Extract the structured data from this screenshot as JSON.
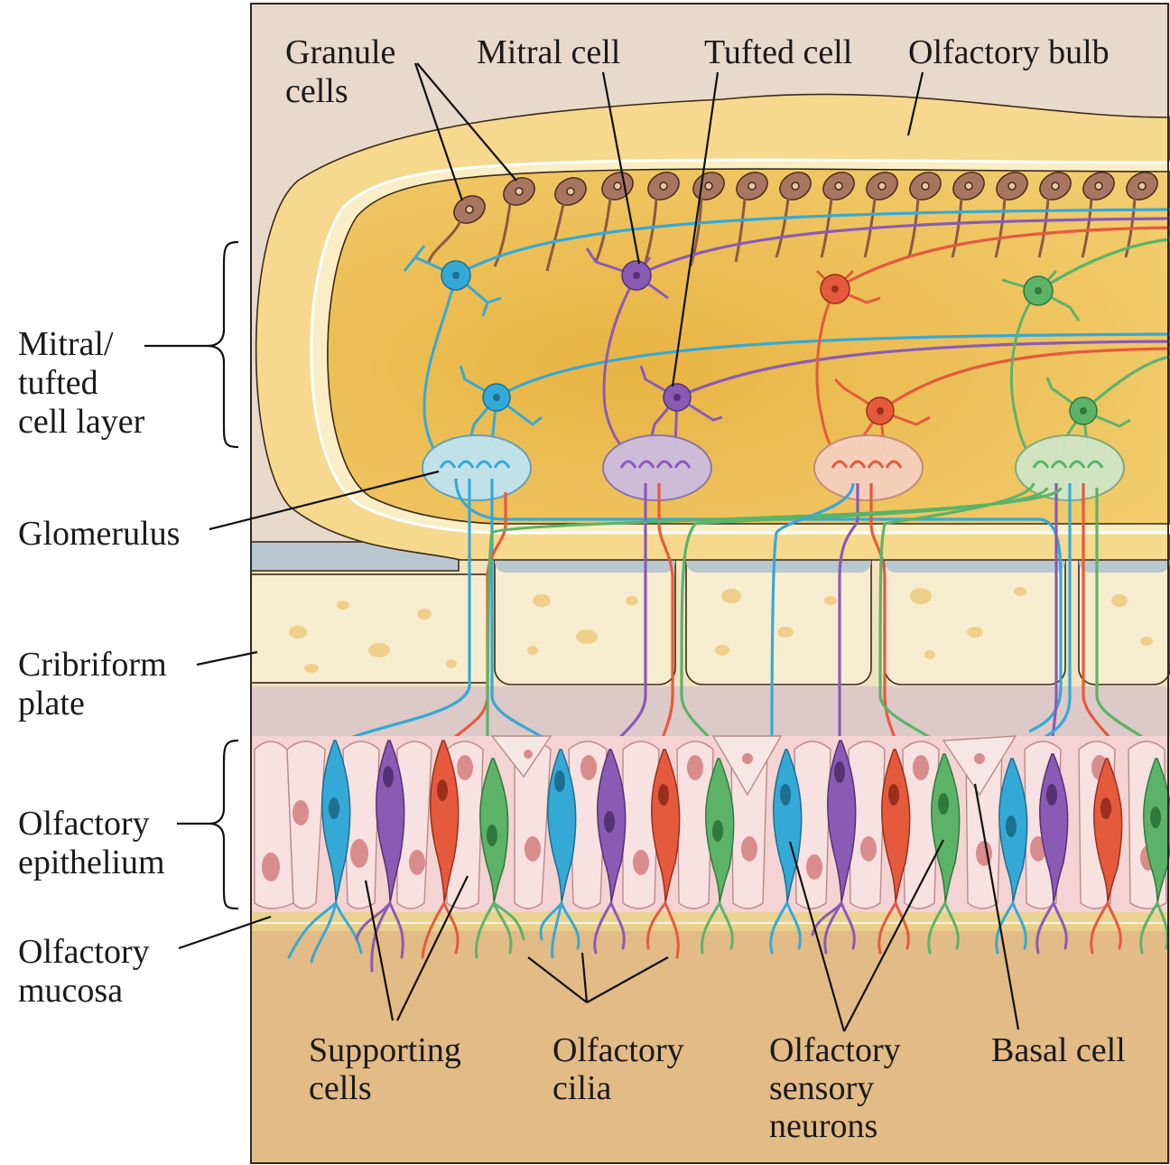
{
  "labels": {
    "granule_cells": [
      "Granule",
      "cells"
    ],
    "mitral_cell": "Mitral cell",
    "tufted_cell": "Tufted cell",
    "olfactory_bulb": "Olfactory bulb",
    "mitral_tufted_layer": [
      "Mitral/",
      "tufted",
      "cell layer"
    ],
    "glomerulus": "Glomerulus",
    "cribriform_plate": [
      "Cribriform",
      "plate"
    ],
    "olfactory_epithelium": [
      "Olfactory",
      "epithelium"
    ],
    "olfactory_mucosa": [
      "Olfactory",
      "mucosa"
    ],
    "supporting_cells": [
      "Supporting",
      "cells"
    ],
    "olfactory_cilia": [
      "Olfactory",
      "cilia"
    ],
    "olfactory_sensory_neurons": [
      "Olfactory",
      "sensory",
      "neurons"
    ],
    "basal_cell": "Basal cell"
  },
  "colors": {
    "background": "#e8d9cb",
    "bulb_outer": "#f6d98e",
    "bulb_inner": "#e9b84a",
    "plate": "#f7ecd0",
    "plate_spots": "#efd08a",
    "membrane": "#b9c8cf",
    "epithelium_cell": "#f3d3d3",
    "nucleus": "#d98c8c",
    "mucosa": "#e3bb86",
    "granule": "#a87660",
    "neuron_blue": "#35a9d6",
    "neuron_purple": "#8a5bb5",
    "neuron_red": "#e55a3c",
    "neuron_green": "#5cb368"
  }
}
